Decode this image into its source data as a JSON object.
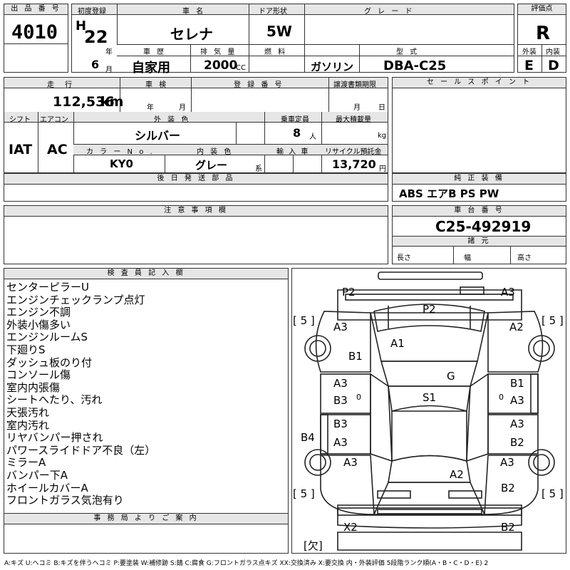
{
  "header": {
    "lot_no_label": "出 品 番 号",
    "lot_no": "4010",
    "first_reg_label": "初度登録",
    "era": "H",
    "year": "22",
    "year_unit": "年",
    "month": "6",
    "month_unit": "月",
    "car_name_label": "車 名",
    "car_name": "セレナ",
    "door_label": "ドア形状",
    "door": "5W",
    "grade_label": "グ レ ー ド",
    "grade": "",
    "score_label": "評価点",
    "score": "R",
    "history_label": "車 歴",
    "history": "自家用",
    "displacement_label": "排 気 量",
    "displacement": "2000",
    "displacement_unit": "CC",
    "fuel_label": "燃 料",
    "fuel": "ガソリン",
    "model_label": "型 式",
    "model": "DBA-C25",
    "exterior_label": "外装",
    "exterior": "E",
    "interior_label": "内装",
    "interior": "D"
  },
  "details": {
    "mileage_label": "走 行",
    "mileage": "112,536",
    "mileage_unit": "km",
    "inspection_label": "車 検",
    "inspection_year_unit": "年",
    "inspection_month_unit": "月",
    "reg_no_label": "登 録 番 号",
    "transfer_label": "譲渡書類期限",
    "transfer_month_unit": "月",
    "transfer_day_unit": "日",
    "shift_label": "シフト",
    "shift": "IAT",
    "ac_label": "エアコン",
    "ac": "AC",
    "color_label": "外 装 色",
    "color": "シルバー",
    "capacity_label": "乗車定員",
    "capacity": "8",
    "capacity_unit": "人",
    "max_load_label": "最大積載量",
    "max_load_unit": "kg",
    "color_no_label": "カ ラ ー N o .",
    "color_no": "KY0",
    "int_color_label": "内 装 色",
    "int_color": "グレー",
    "int_color_unit": "系",
    "import_label": "輸 入 車",
    "recycle_label": "リサイクル預託金",
    "recycle": "13,720",
    "recycle_unit": "円"
  },
  "sales_points_label": "セ ー ル ス ポ イ ン ト",
  "equipment_label": "純 正 装 備",
  "equipment": "ABS エアB PS PW",
  "later_parts_label": "後 日 発 送 部 品",
  "notes_label": "注 意 事 項 欄",
  "chassis_label": "車 台 番 号",
  "chassis": "C25-492919",
  "specs_label": "諸 元",
  "length_label": "長さ",
  "width_label": "幅",
  "height_label": "高さ",
  "inspector_label": "検 査 員 記 入 欄",
  "remarks": [
    "センターピラーU",
    "エンジンチェックランプ点灯",
    "エンジン不調",
    "外装小傷多い",
    "エンジンルームS",
    "下廻りS",
    "ダッシュ板のり付",
    "コンソール傷",
    "室内内張傷",
    "シートへたり、汚れ",
    "天張汚れ",
    "室内汚れ",
    "リヤバンパー押され",
    "パワースライドドア不良（左）",
    "ミラーA",
    "バンパー下A",
    "ホイールカバーA",
    "フロントガラス気泡有り"
  ],
  "office_label": "事 務 局 よ り ご 案 内",
  "diagram": {
    "marks": {
      "p2_tl": "P2",
      "a3_tr": "A3",
      "p2_center": "P2",
      "tire_fl": "[ 5 ]",
      "tire_fr": "[ 5 ]",
      "tire_rl": "[ 5 ]",
      "tire_rr": "[ 5 ]",
      "a3_lfender": "A3",
      "a2_rfender": "A2",
      "a1_hood": "A1",
      "b1_lpillar": "B1",
      "g_glass": "G",
      "s1_roof": "S1",
      "a3_ld1": "A3",
      "b3_ld1": "B3",
      "b1_rd1": "B1",
      "a3_rd1": "A3",
      "b3_ld2": "B3",
      "a3_ld2": "A3",
      "a3_rd2": "A3",
      "b2_rd2": "B2",
      "b4_lside": "B4",
      "a3_lrear": "A3",
      "a3_rrear": "A3",
      "a2_rear": "A2",
      "b2_rrear": "B2",
      "x2_bumper": "X2",
      "b2_bumper": "B2",
      "missing": "[欠]",
      "zero_l": "0",
      "zero_r": "0"
    }
  },
  "legend": "A:キズ U:ヘコミ B:キズを伴うヘコミ P:要塗装 W:補修跡 S:錆 C:腐食 G:フロントガラス点キズ XX:交換済み X:要交換 内・外装評価 5段階ランク順(A・B・C・D・E) 2"
}
